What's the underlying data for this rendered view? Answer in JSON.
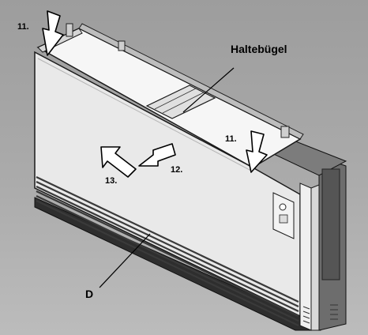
{
  "figure": {
    "labels": {
      "step_11_left": "11.",
      "step_11_right": "11.",
      "step_12": "12.",
      "step_13": "13.",
      "bracket": "Haltebügel",
      "part_d": "D"
    },
    "colors": {
      "background": "#a9a9a9",
      "front_panel": "#e9e9e9",
      "top_surface": "#f6f6f6",
      "outline": "#1a1a1a",
      "grille": "#3a3a3a"
    },
    "icons": [
      "arrow-down-icon",
      "arrow-down-icon",
      "arrow-left-icon",
      "arrow-up-left-icon"
    ]
  }
}
